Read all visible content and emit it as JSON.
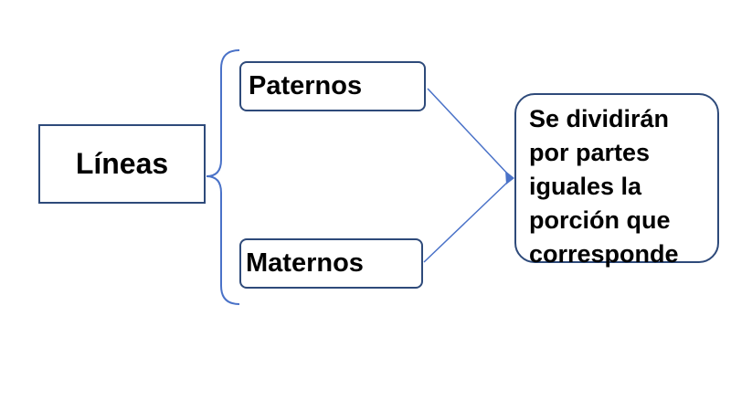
{
  "diagram": {
    "root": {
      "label": "Líneas"
    },
    "branches": [
      {
        "label": "Paternos"
      },
      {
        "label": "Maternos"
      }
    ],
    "result": {
      "label": "Se dividirán por partes iguales la porción que corresponde"
    }
  },
  "colors": {
    "box_border": "#2e4a7a",
    "connector": "#4a72c8",
    "text": "#000000",
    "background": "#ffffff"
  }
}
